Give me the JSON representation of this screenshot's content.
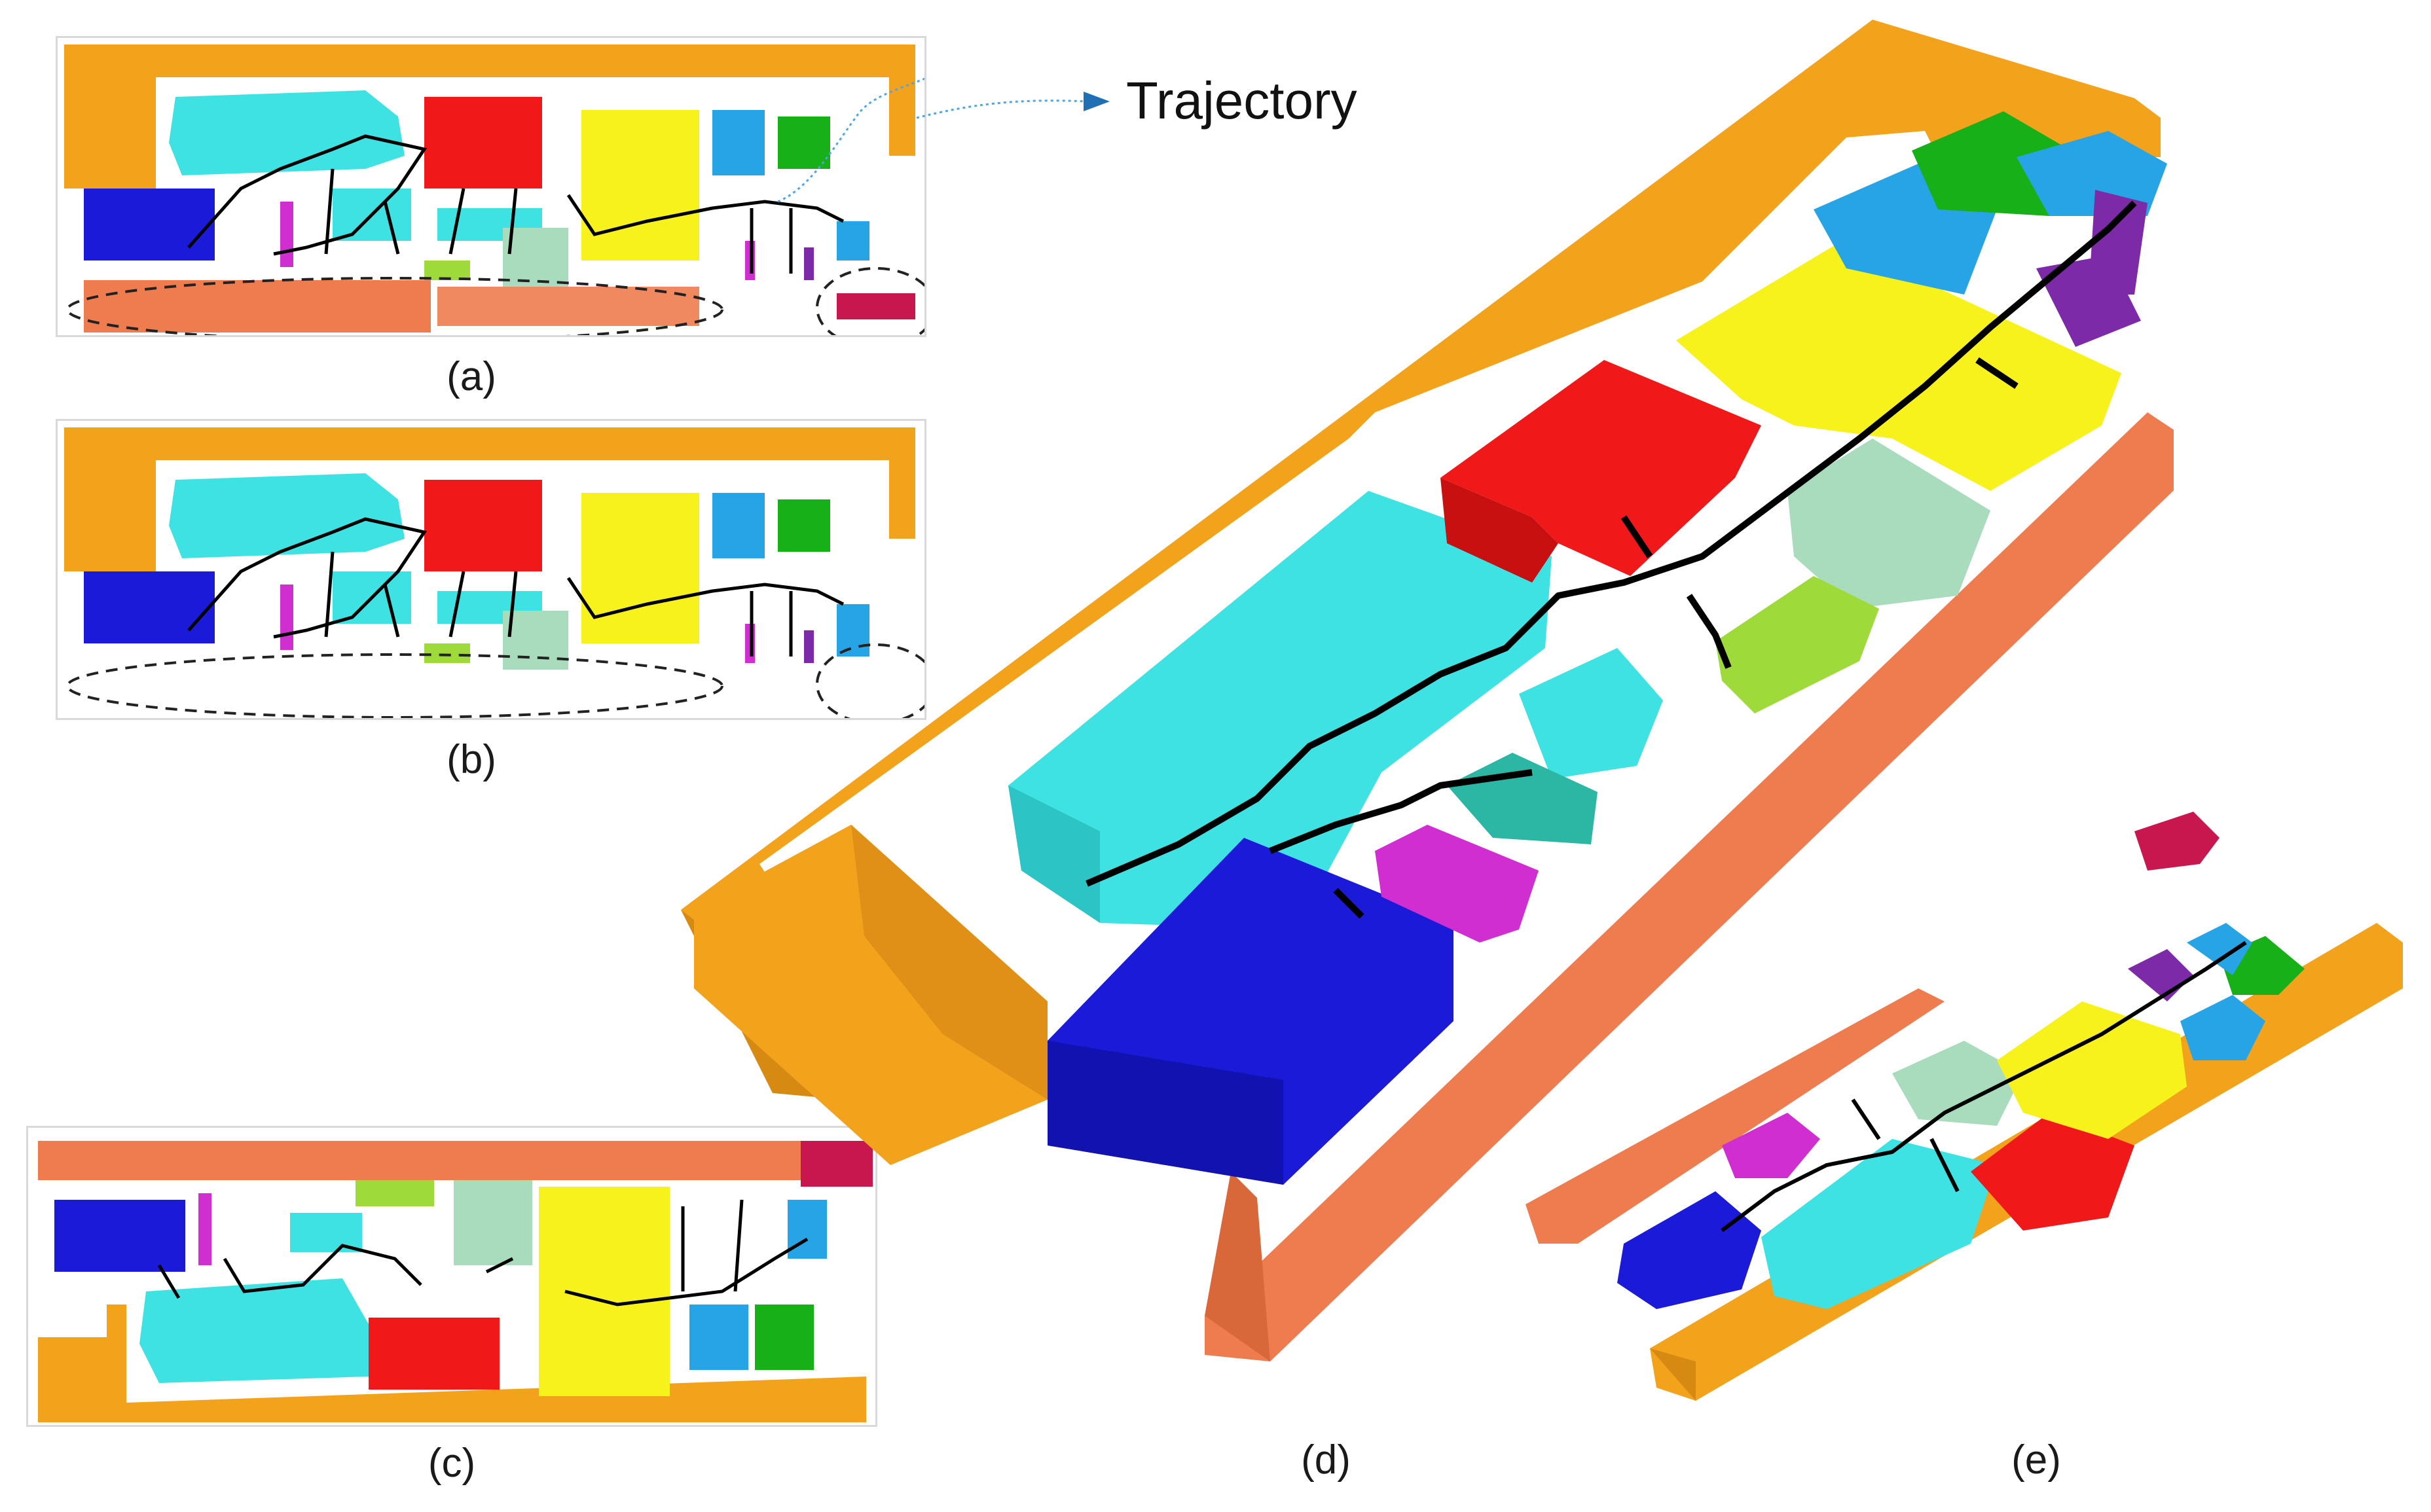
{
  "labels": {
    "a": "(a)",
    "b": "(b)",
    "c": "(c)",
    "d": "(d)",
    "e": "(e)"
  },
  "annotation": {
    "trajectory": "Trajectory"
  },
  "colors": {
    "wall_orange": "#f2a21b",
    "wall_salmon": "#ee7c4e",
    "cyan": "#3ee2e2",
    "red": "#f01818",
    "yellow": "#f7f21c",
    "blue": "#1a1ad8",
    "sky_blue": "#27a4e6",
    "green": "#18b018",
    "light_green": "#9edb3a",
    "mint": "#a8dcbc",
    "magenta": "#d02ed0",
    "crimson": "#c8174f",
    "purple": "#7d2aa8",
    "trajectory": "#000000",
    "arrow": "#1f6fb5"
  }
}
